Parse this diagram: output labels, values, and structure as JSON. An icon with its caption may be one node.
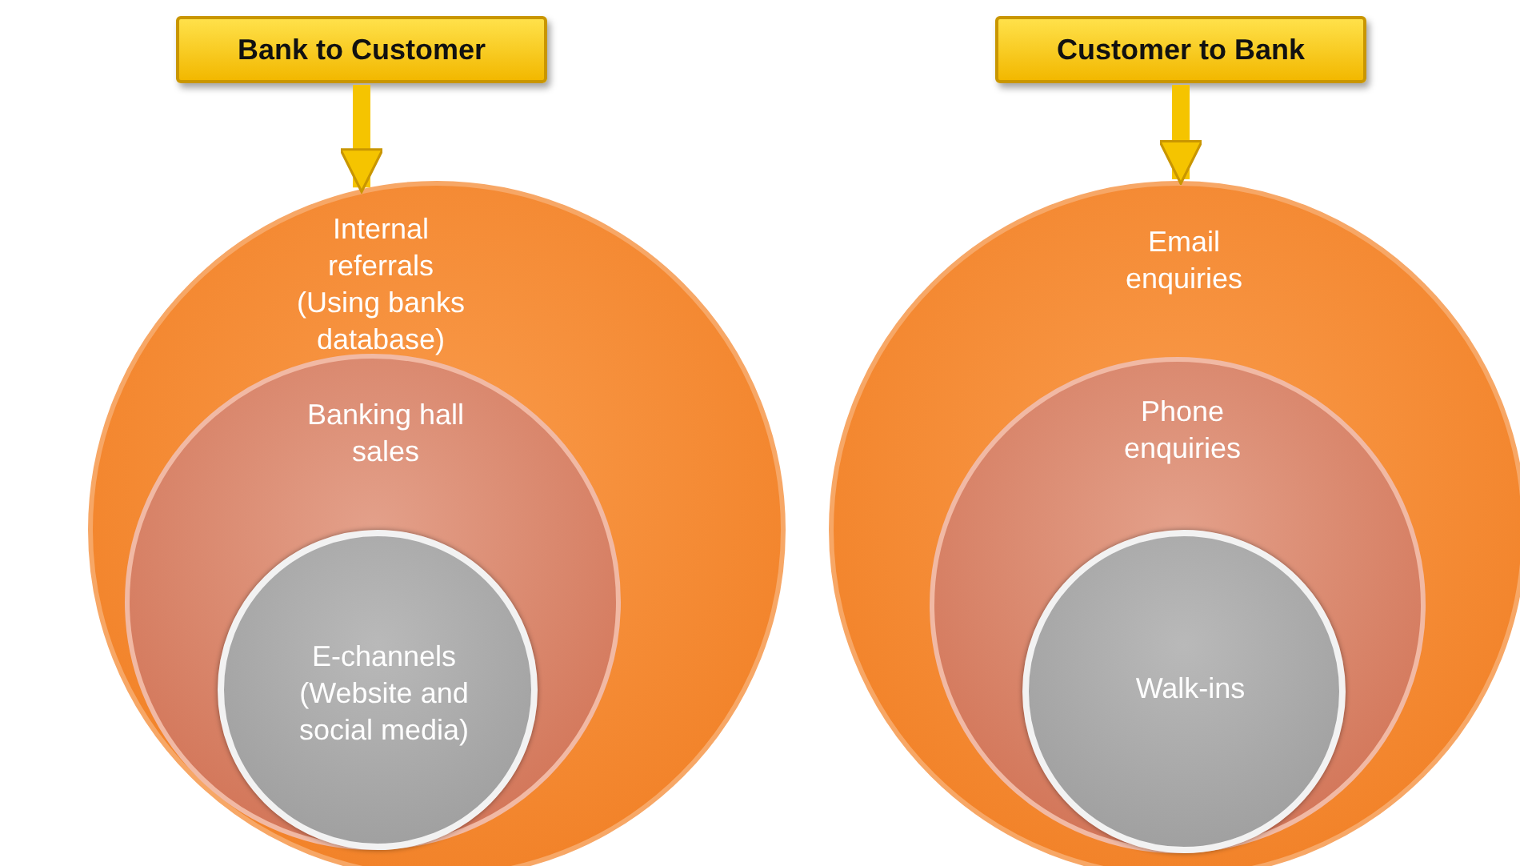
{
  "diagram": {
    "nodes": [
      {
        "text": [
          "Bank to Customer"
        ]
      },
      {
        "text": [
          "Internal referrals (Using banks database)"
        ]
      },
      {
        "text": [
          "Banking hall sales"
        ],
        "in": 1
      },
      {
        "text": [
          "E-channels (Website and social media)"
        ],
        "in": 2
      },
      {
        "text": [
          "Customer to Bank"
        ]
      },
      {
        "text": [
          "Email enquiries"
        ]
      },
      {
        "text": [
          "Phone enquiries"
        ],
        "in": 5
      },
      {
        "text": [
          "Walk-ins"
        ],
        "in": 6
      }
    ],
    "edges": [
      {
        "from": 0,
        "to": 1,
        "arrow": "to"
      },
      {
        "from": 4,
        "to": 5,
        "arrow": "to"
      }
    ]
  }
}
